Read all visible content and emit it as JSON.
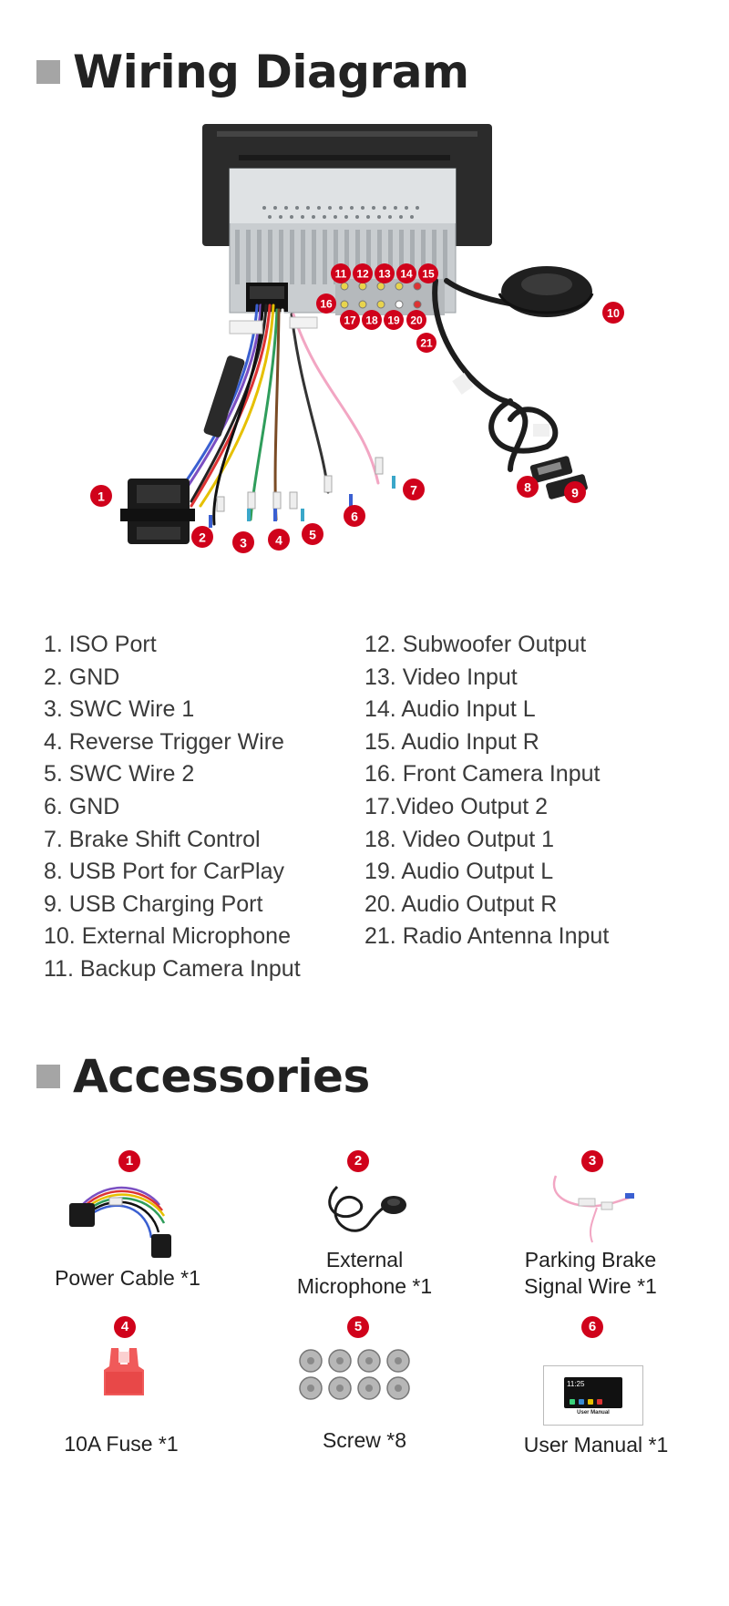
{
  "wiring": {
    "title": "Wiring Diagram",
    "callouts": [
      "1",
      "2",
      "3",
      "4",
      "5",
      "6",
      "7",
      "8",
      "9",
      "10",
      "11",
      "12",
      "13",
      "14",
      "15",
      "16",
      "17",
      "18",
      "19",
      "20",
      "21"
    ],
    "legend_left": [
      "1. ISO Port",
      "2. GND",
      "3. SWC Wire 1",
      "4. Reverse Trigger Wire",
      "5. SWC Wire 2",
      "6. GND",
      "7. Brake Shift Control",
      "8. USB Port for CarPlay",
      "9. USB Charging Port",
      "10. External Microphone",
      "11. Backup Camera Input"
    ],
    "legend_right": [
      "12. Subwoofer Output",
      "13. Video Input",
      "14. Audio Input L",
      "15. Audio Input R",
      "16. Front Camera Input",
      "17.Video Output 2",
      "18. Video Output 1",
      "19. Audio Output L",
      "20. Audio Output R",
      "21. Radio Antenna Input"
    ]
  },
  "accessories": {
    "title": "Accessories",
    "items": [
      {
        "badge": "1",
        "label": "Power Cable *1"
      },
      {
        "badge": "2",
        "label": "External\nMicrophone *1"
      },
      {
        "badge": "3",
        "label": "Parking Brake\nSignal Wire *1"
      },
      {
        "badge": "4",
        "label": "10A Fuse *1"
      },
      {
        "badge": "5",
        "label": "Screw *8"
      },
      {
        "badge": "6",
        "label": "User Manual *1"
      }
    ],
    "manual_cover_text": "User Manual",
    "manual_screen_time": "11:25"
  },
  "colors": {
    "badge_red": "#d0021b",
    "title_square": "#a5a5a5",
    "fuse_red": "#f05a5a"
  }
}
